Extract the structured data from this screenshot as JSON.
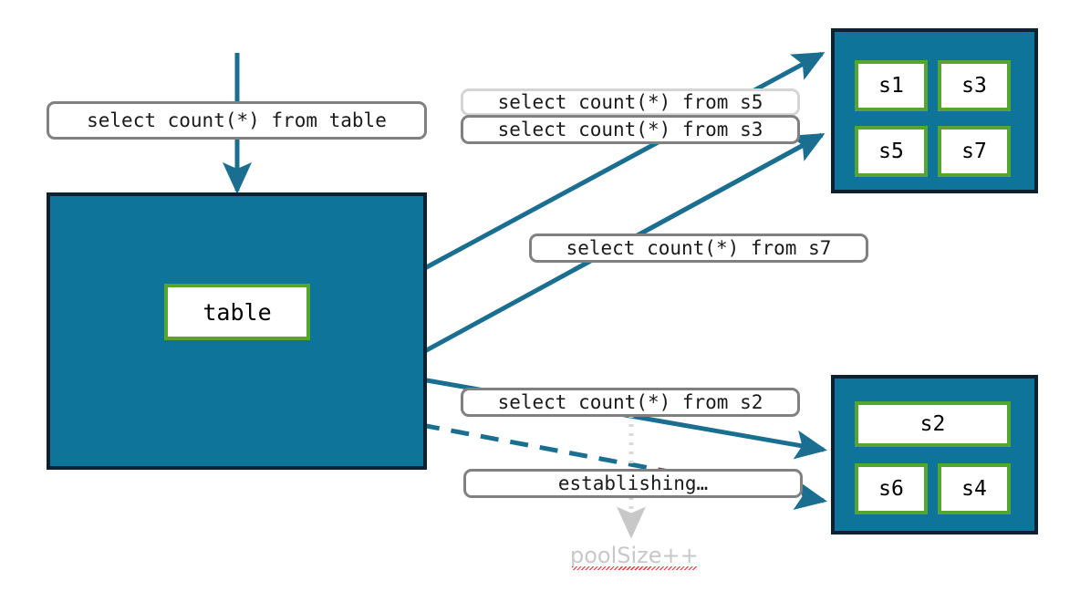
{
  "diagram": {
    "title": "connection pool query routing diagram",
    "colors": {
      "pool_fill": "#0f7499",
      "pool_border": "#0d2231",
      "cell_border": "#55a630",
      "arrow": "#1a6f91",
      "pill_border": "#808080",
      "pill_border_light": "#d5d5d5",
      "note_text": "#c8c8c8",
      "spell_underline": "#ff2a2a"
    }
  },
  "entry": {
    "query_label": "select count(*) from table",
    "target_label": "table"
  },
  "pools": [
    {
      "name": "pool-top",
      "cells": [
        {
          "label": "s1"
        },
        {
          "label": "s3"
        },
        {
          "label": "s5"
        },
        {
          "label": "s7"
        }
      ]
    },
    {
      "name": "pool-bottom",
      "cells": [
        {
          "label": "s2"
        },
        {
          "label": "s6"
        },
        {
          "label": "s4"
        }
      ]
    }
  ],
  "queries": [
    {
      "id": "q-s5",
      "label": "select count(*) from s5",
      "style": "light"
    },
    {
      "id": "q-s3",
      "label": "select count(*) from s3",
      "style": "normal"
    },
    {
      "id": "q-s7",
      "label": "select count(*) from s7",
      "style": "normal"
    },
    {
      "id": "q-s2",
      "label": "select count(*) from s2",
      "style": "normal"
    }
  ],
  "status": {
    "establishing_label": "establishing…",
    "pool_size_note": "poolSize++"
  }
}
